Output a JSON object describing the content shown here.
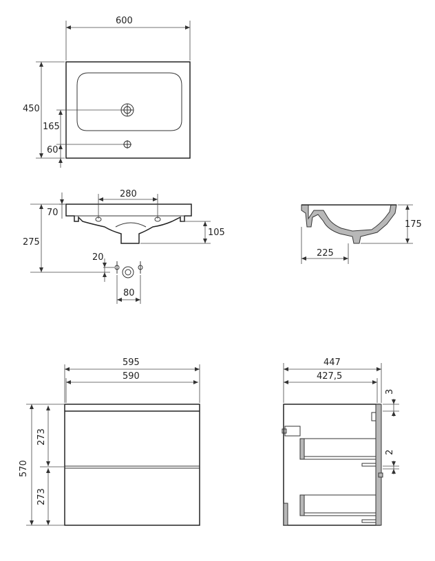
{
  "top_view": {
    "width": "600",
    "depth": "450",
    "tap_hole_offset": "165",
    "overflow_offset": "60"
  },
  "front_view": {
    "hole_spacing": "280",
    "rim_height": "70",
    "total_height": "275",
    "bowl_depth": "105",
    "hole_offset": "20",
    "hole_pitch": "80"
  },
  "side_section": {
    "height": "175",
    "drain_offset": "225"
  },
  "cabinet_front": {
    "outer_width": "595",
    "inner_width": "590",
    "total_height": "570",
    "drawer_top_height": "273",
    "drawer_bottom_height": "273"
  },
  "cabinet_side": {
    "outer_depth": "447",
    "inner_depth": "427,5",
    "top_gap": "3",
    "mid_gap": "2"
  }
}
